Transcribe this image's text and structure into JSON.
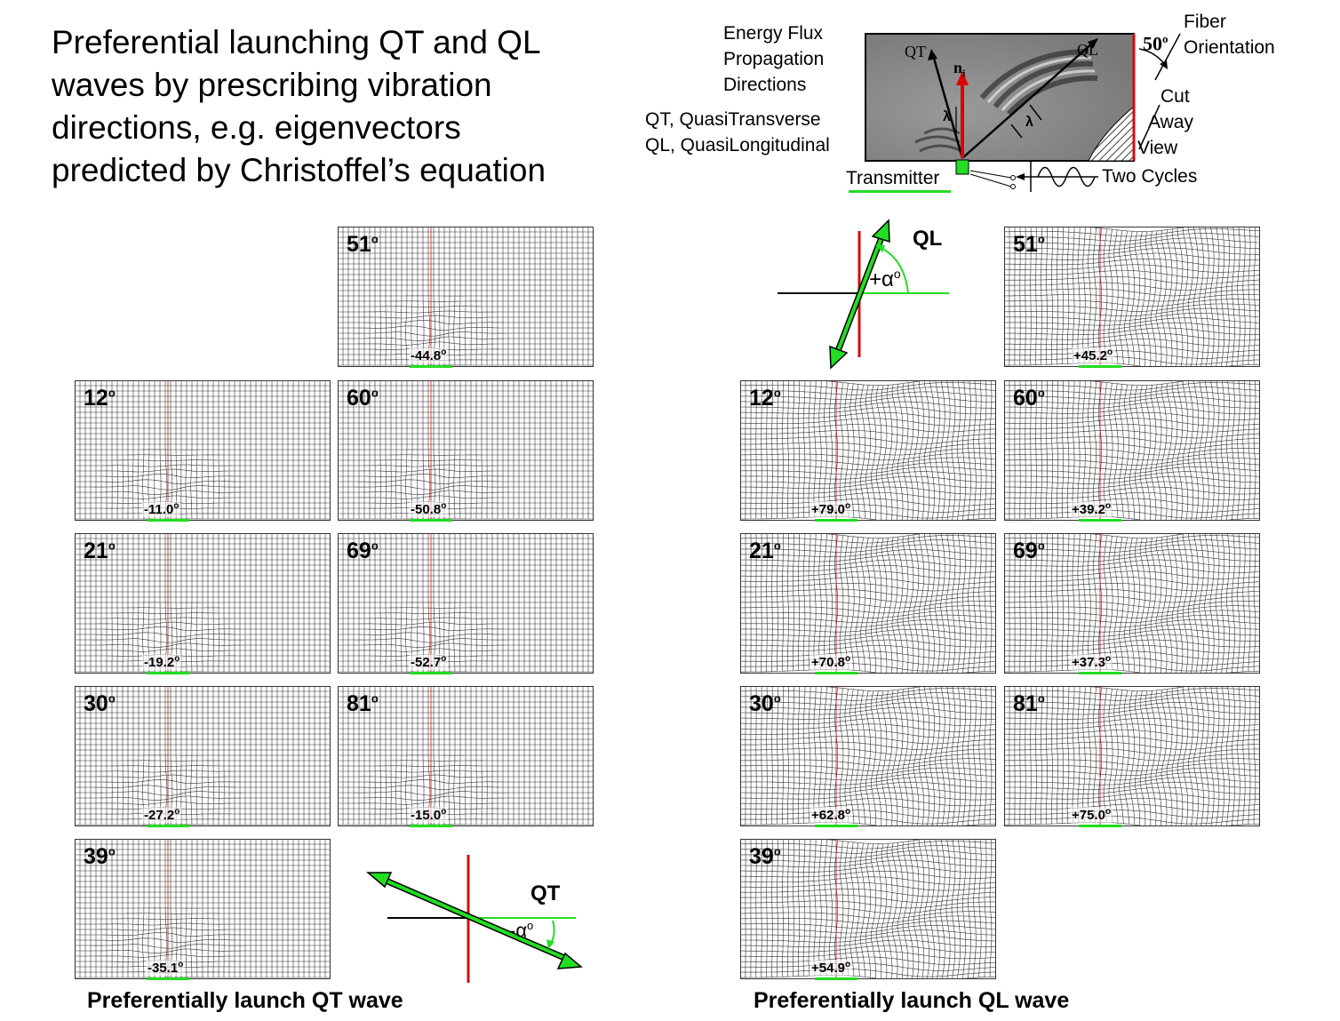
{
  "title_lines": [
    "Preferential launching QT and QL",
    "waves by prescribing vibration",
    "directions, e.g. eigenvectors",
    "predicted by Christoffel’s equation"
  ],
  "schematic": {
    "energy_flux": [
      "Energy Flux",
      "Propagation",
      "Directions"
    ],
    "qt_def": "QT, QuasiTransverse",
    "ql_def": "QL, QuasiLongitudinal",
    "qt_tag": "QT",
    "ql_tag": "QL",
    "n_label": "n",
    "n_sub": "i",
    "lambda": "λ",
    "fiber_angle": "50",
    "fiber_angle_unit": "o",
    "fiber_orientation": [
      "Fiber",
      "Orientation"
    ],
    "cut_away": [
      "Cut",
      "Away",
      "View"
    ],
    "transmitter": "Transmitter",
    "two_cycles": "Two Cycles"
  },
  "qt_panels": [
    {
      "label": "51",
      "angle": "-44.8"
    },
    {
      "label": "12",
      "angle": "-11.0"
    },
    {
      "label": "60",
      "angle": "-50.8"
    },
    {
      "label": "21",
      "angle": "-19.2"
    },
    {
      "label": "69",
      "angle": "-52.7"
    },
    {
      "label": "30",
      "angle": "-27.2"
    },
    {
      "label": "81",
      "angle": "-15.0"
    },
    {
      "label": "39",
      "angle": "-35.1"
    }
  ],
  "ql_panels": [
    {
      "label": "51",
      "angle": "+45.2"
    },
    {
      "label": "12",
      "angle": "+79.0"
    },
    {
      "label": "60",
      "angle": "+39.2"
    },
    {
      "label": "21",
      "angle": "+70.8"
    },
    {
      "label": "69",
      "angle": "+37.3"
    },
    {
      "label": "30",
      "angle": "+62.8"
    },
    {
      "label": "81",
      "angle": "+75.0"
    },
    {
      "label": "39",
      "angle": "+54.9"
    }
  ],
  "degree_mark": "o",
  "vectors": {
    "ql_label": "QL",
    "ql_angle": "+α",
    "ql_angle_unit": "o",
    "qt_label": "QT",
    "qt_angle": "-α",
    "qt_angle_unit": "o"
  },
  "footer": {
    "qt_caption": "Preferentially launch QT wave",
    "ql_caption": "Preferentially launch QL wave"
  },
  "colors": {
    "grid": "#333333",
    "axis_red": "#cc1111",
    "accent_green": "#22dd22",
    "arrow_red": "#dd0000",
    "schematic_bg": "#8a8a8a"
  }
}
